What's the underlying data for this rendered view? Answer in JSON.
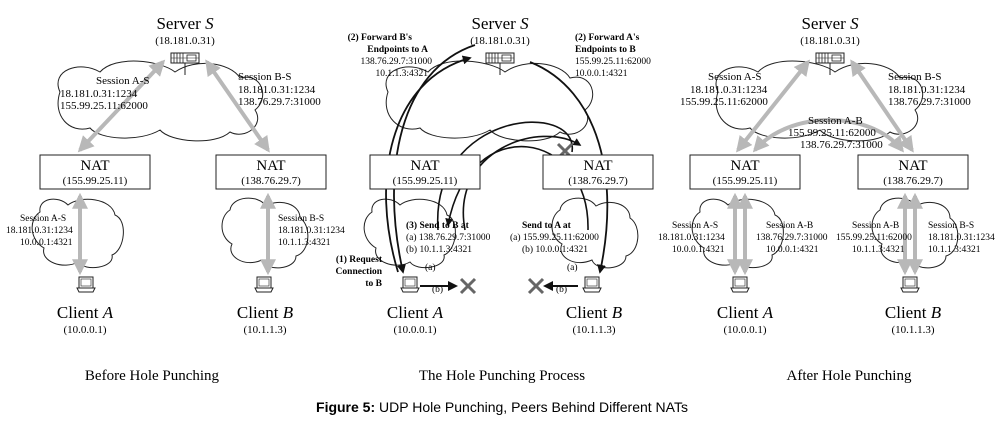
{
  "figure": {
    "caption_bold": "Figure 5:",
    "caption_text": " UDP Hole Punching, Peers Behind Different NATs"
  },
  "labels": {
    "server_word": "Server ",
    "server_letter": "S",
    "server_ip": "(18.181.0.31)",
    "nat_word": "NAT",
    "nat_a_ip": "(155.99.25.11)",
    "nat_b_ip": "(138.76.29.7)",
    "client_word": "Client ",
    "client_a_letter": "A",
    "client_b_letter": "B",
    "client_a_ip": "(10.0.0.1)",
    "client_b_ip": "(10.1.1.3)"
  },
  "panel1": {
    "caption": "Before Hole Punching",
    "session_as_left": {
      "title": "Session A-S",
      "line1": "18.181.0.31:1234",
      "line2": "155.99.25.11:62000"
    },
    "session_bs_right": {
      "title": "Session B-S",
      "line1": "18.181.0.31:1234",
      "line2": "138.76.29.7:31000"
    },
    "session_as_client": {
      "title": "Session A-S",
      "line1": "18.181.0.31:1234",
      "line2": "10.0.0.1:4321"
    },
    "session_bs_client": {
      "title": "Session B-S",
      "line1": "18.181.0.31:1234",
      "line2": "10.1.1.3:4321"
    }
  },
  "panel2": {
    "caption": "The Hole Punching Process",
    "forward_b": {
      "line1": "(2) Forward B's",
      "line2": "Endpoints to A",
      "line3": "138.76.29.7:31000",
      "line4": "10.1.1.3:4321"
    },
    "forward_a": {
      "line1": "(2) Forward A's",
      "line2": "Endpoints to B",
      "line3": "155.99.25.11:62000",
      "line4": "10.0.0.1:4321"
    },
    "send_b": {
      "line1": "(3) Send to B at",
      "line2": "(a) 138.76.29.7:31000",
      "line3": "(b) 10.1.1.3:4321"
    },
    "send_a": {
      "line1": "Send to A at",
      "line2": "(a) 155.99.25.11:62000",
      "line3": "(b) 10.0.0.1:4321"
    },
    "request": {
      "line1": "(1) Request",
      "line2": "Connection",
      "line3": "to B"
    },
    "tag_a": "(a)",
    "tag_b": "(b)"
  },
  "panel3": {
    "caption": "After Hole Punching",
    "session_as_left": {
      "title": "Session A-S",
      "line1": "18.181.0.31:1234",
      "line2": "155.99.25.11:62000"
    },
    "session_bs_right": {
      "title": "Session B-S",
      "line1": "18.181.0.31:1234",
      "line2": "138.76.29.7:31000"
    },
    "session_ab_middle": {
      "title": "Session A-B",
      "line1": "155.99.25.11:62000",
      "line2": "138.76.29.7:31000"
    },
    "client_a_as": {
      "title": "Session A-S",
      "line1": "18.181.0.31:1234",
      "line2": "10.0.0.1:4321"
    },
    "client_a_ab": {
      "title": "Session A-B",
      "line1": "138.76.29.7:31000",
      "line2": "10.0.0.1:4321"
    },
    "client_b_ab": {
      "title": "Session A-B",
      "line1": "155.99.25.11:62000",
      "line2": "10.1.1.3:4321"
    },
    "client_b_bs": {
      "title": "Session B-S",
      "line1": "18.181.0.31:1234",
      "line2": "10.1.1.3:4321"
    }
  },
  "colors": {
    "session_arrow": "#b8b8b8",
    "line": "#1a1a1a"
  }
}
